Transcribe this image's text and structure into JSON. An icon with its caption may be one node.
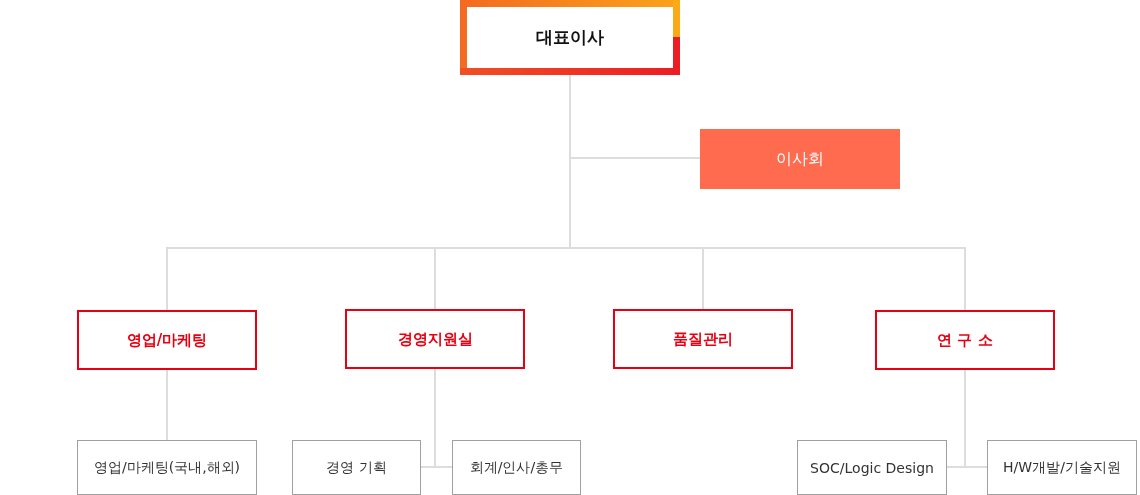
{
  "diagram": {
    "nodes": [
      {
        "text": [
          "대표이사"
        ]
      },
      {
        "text": [
          "이사회"
        ]
      },
      {
        "text": [
          "영업/마케팅"
        ]
      },
      {
        "text": [
          "경영지원실"
        ]
      },
      {
        "text": [
          "품질관리"
        ]
      },
      {
        "text": [
          "연 구 소"
        ]
      },
      {
        "text": [
          "영업/마케팅(국내,해외)"
        ]
      },
      {
        "text": [
          "경영 기획"
        ]
      },
      {
        "text": [
          "회계/인사/총무"
        ]
      },
      {
        "text": [
          "SOC/Logic Design"
        ]
      },
      {
        "text": [
          "H/W개발/기술지원"
        ]
      }
    ],
    "edges": [
      {
        "from": 0,
        "to": 1,
        "arrow": "none"
      },
      {
        "from": 0,
        "to": 2,
        "arrow": "none"
      },
      {
        "from": 0,
        "to": 3,
        "arrow": "none"
      },
      {
        "from": 0,
        "to": 4,
        "arrow": "none"
      },
      {
        "from": 0,
        "to": 5,
        "arrow": "none"
      },
      {
        "from": 2,
        "to": 6,
        "arrow": "none"
      },
      {
        "from": 3,
        "to": 7,
        "arrow": "none"
      },
      {
        "from": 3,
        "to": 8,
        "arrow": "none"
      },
      {
        "from": 5,
        "to": 9,
        "arrow": "none"
      },
      {
        "from": 5,
        "to": 10,
        "arrow": "none"
      }
    ]
  }
}
